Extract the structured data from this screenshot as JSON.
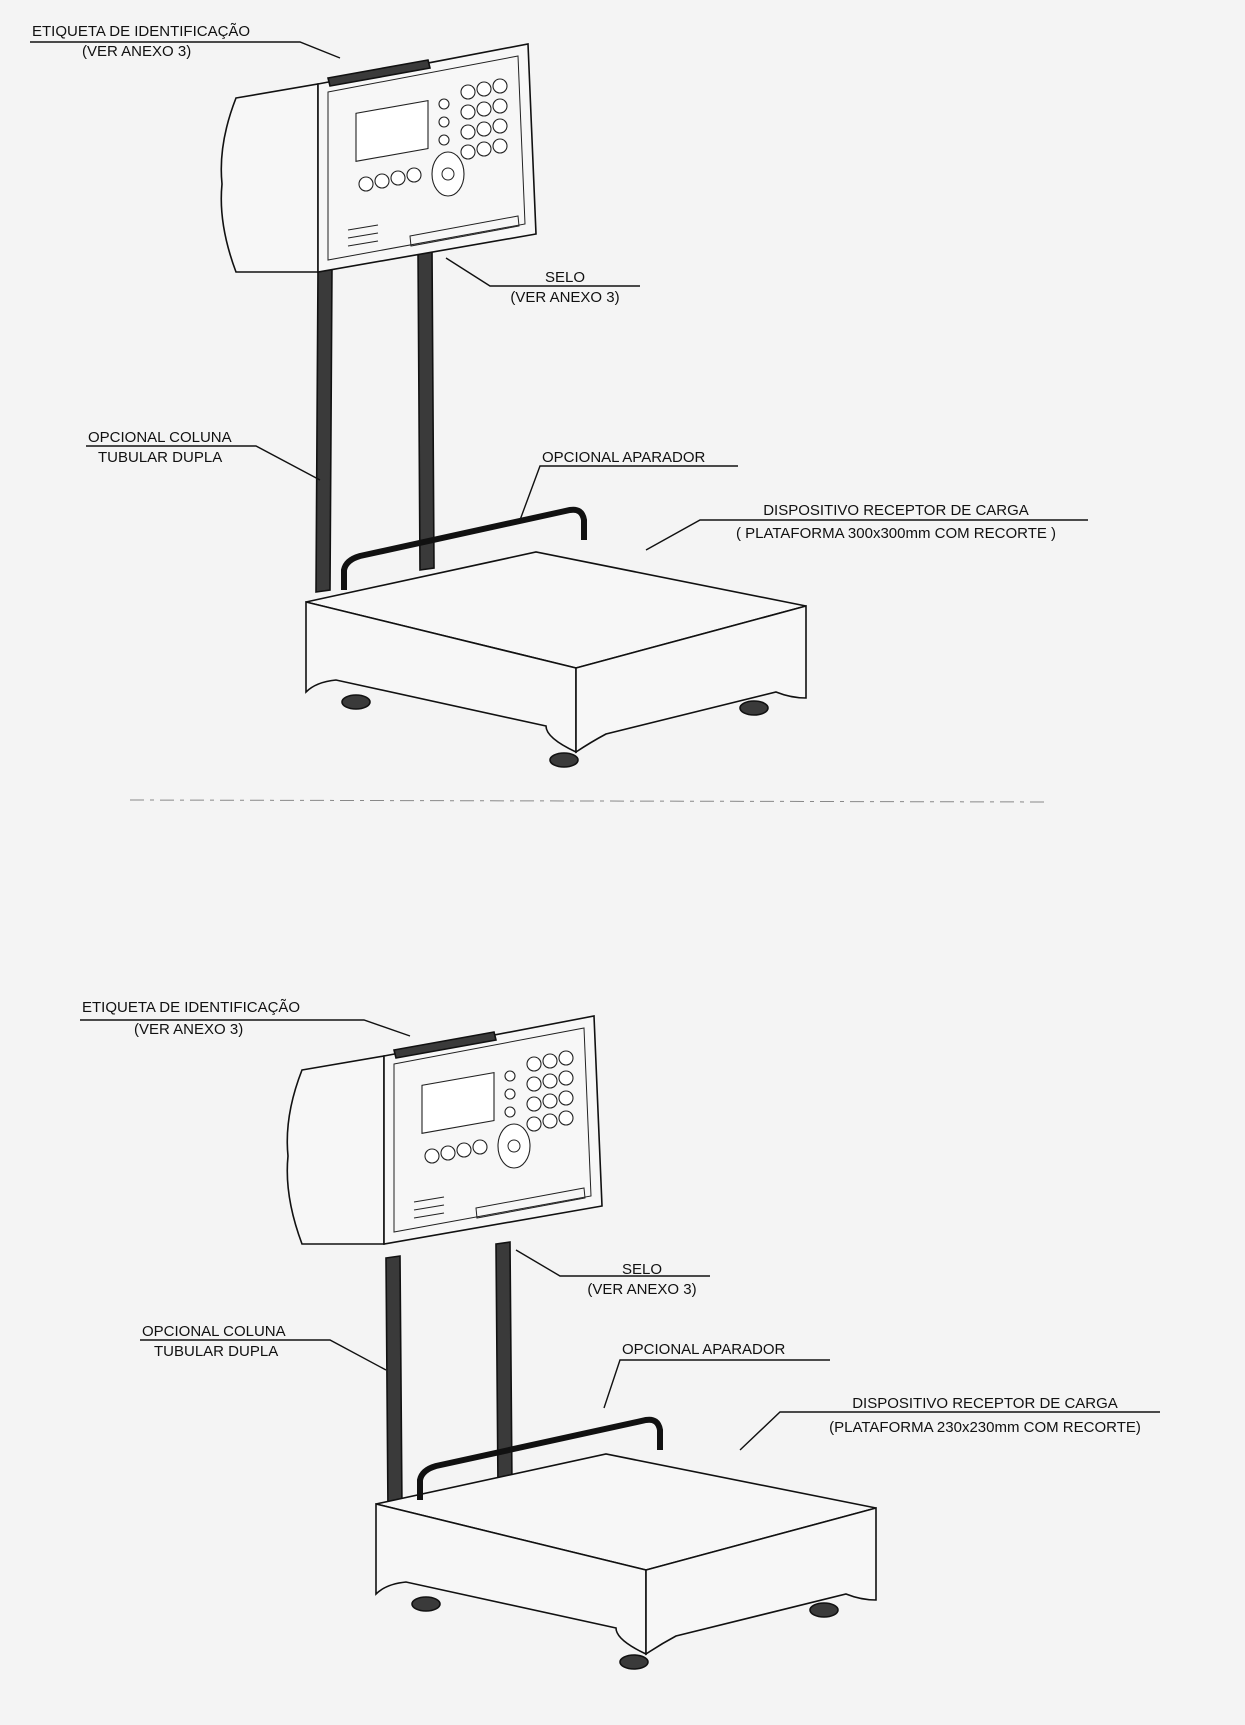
{
  "figures": [
    {
      "labels": {
        "etiqueta": "ETIQUETA DE IDENTIFICAÇÃO",
        "etiqueta_ref": "(VER ANEXO 3)",
        "selo": "SELO",
        "selo_ref": "(VER ANEXO 3)",
        "coluna_1": "OPCIONAL COLUNA",
        "coluna_2": "TUBULAR DUPLA",
        "aparador": "OPCIONAL APARADOR",
        "receptor": "DISPOSITIVO RECEPTOR DE CARGA",
        "plataforma": "( PLATAFORMA 300x300mm COM RECORTE )"
      }
    },
    {
      "labels": {
        "etiqueta": "ETIQUETA DE IDENTIFICAÇÃO",
        "etiqueta_ref": "(VER ANEXO 3)",
        "selo": "SELO",
        "selo_ref": "(VER ANEXO 3)",
        "coluna_1": "OPCIONAL COLUNA",
        "coluna_2": "TUBULAR DUPLA",
        "aparador": "OPCIONAL APARADOR",
        "receptor": "DISPOSITIVO RECEPTOR DE CARGA",
        "plataforma": "(PLATAFORMA 230x230mm COM RECORTE)"
      }
    }
  ]
}
